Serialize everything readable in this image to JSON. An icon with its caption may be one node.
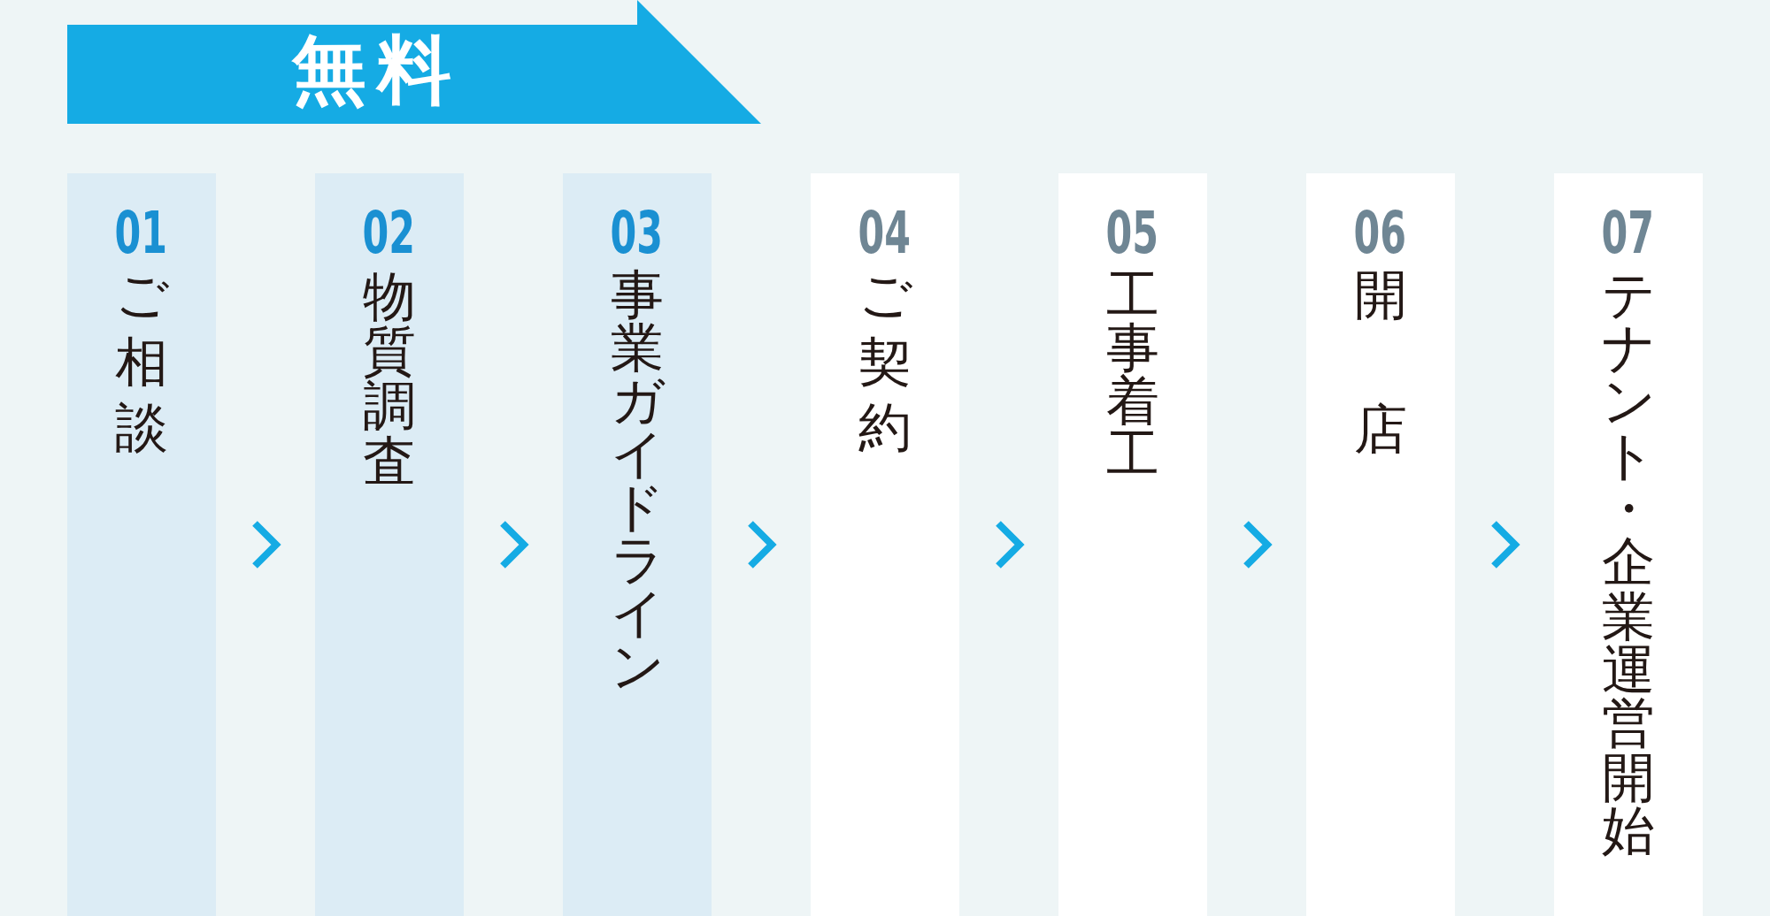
{
  "diagram": {
    "nodes": [
      {
        "text": [
          "無料"
        ]
      },
      {
        "text": [
          "01",
          "ご相談"
        ]
      },
      {
        "text": [
          "02",
          "物質調査"
        ]
      },
      {
        "text": [
          "03",
          "事業ガイドライン"
        ]
      },
      {
        "text": [
          "04",
          "ご契約"
        ]
      },
      {
        "text": [
          "05",
          "工事着工"
        ]
      },
      {
        "text": [
          "06",
          "開店"
        ]
      },
      {
        "text": [
          "07",
          "テナント・企業運営開始"
        ]
      }
    ],
    "edges": [
      {
        "from": 1,
        "to": 2,
        "arrow": "to"
      },
      {
        "from": 2,
        "to": 3,
        "arrow": "to"
      },
      {
        "from": 3,
        "to": 4,
        "arrow": "to"
      },
      {
        "from": 4,
        "to": 5,
        "arrow": "to"
      },
      {
        "from": 5,
        "to": 6,
        "arrow": "to"
      },
      {
        "from": 6,
        "to": 7,
        "arrow": "to"
      }
    ]
  }
}
